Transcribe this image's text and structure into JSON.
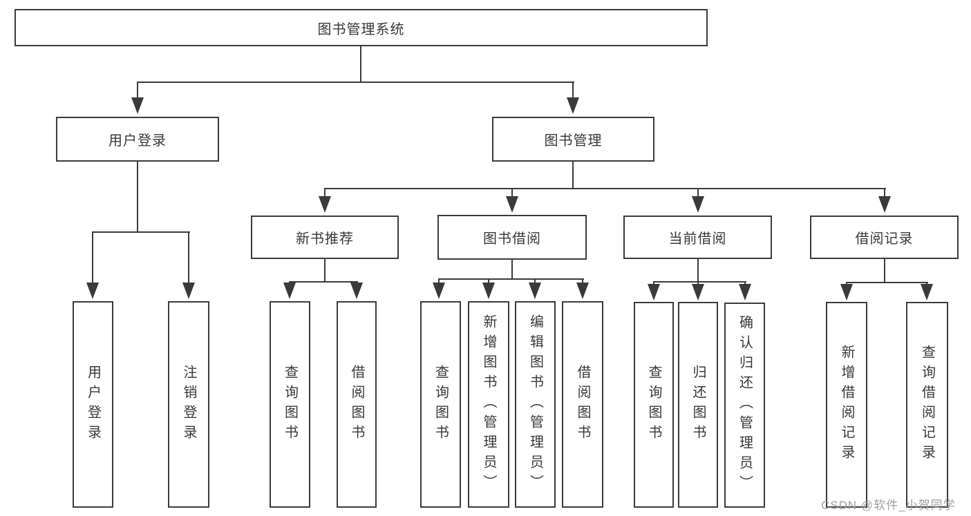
{
  "root": {
    "label": "图书管理系统"
  },
  "branches": {
    "user_login": {
      "label": "用户登录",
      "children": [
        {
          "label": "用户登录"
        },
        {
          "label": "注销登录"
        }
      ]
    },
    "book_management": {
      "label": "图书管理",
      "children": [
        {
          "label": "新书推荐",
          "children": [
            {
              "label": "查询图书"
            },
            {
              "label": "借阅图书"
            }
          ]
        },
        {
          "label": "图书借阅",
          "children": [
            {
              "label": "查询图书"
            },
            {
              "label": "新增图书（管理员）"
            },
            {
              "label": "编辑图书（管理员）"
            },
            {
              "label": "借阅图书"
            }
          ]
        },
        {
          "label": "当前借阅",
          "children": [
            {
              "label": "查询图书"
            },
            {
              "label": "归还图书"
            },
            {
              "label": "确认归还（管理员）"
            }
          ]
        },
        {
          "label": "借阅记录",
          "children": [
            {
              "label": "新增借阅记录"
            },
            {
              "label": "查询借阅记录"
            }
          ]
        }
      ]
    }
  },
  "watermark": {
    "text": "CSDN @软件_小贺同学"
  },
  "colors": {
    "line": "#3a3a3a",
    "text": "#383838",
    "watermark": "#9e9e9e",
    "bg": "#ffffff"
  }
}
